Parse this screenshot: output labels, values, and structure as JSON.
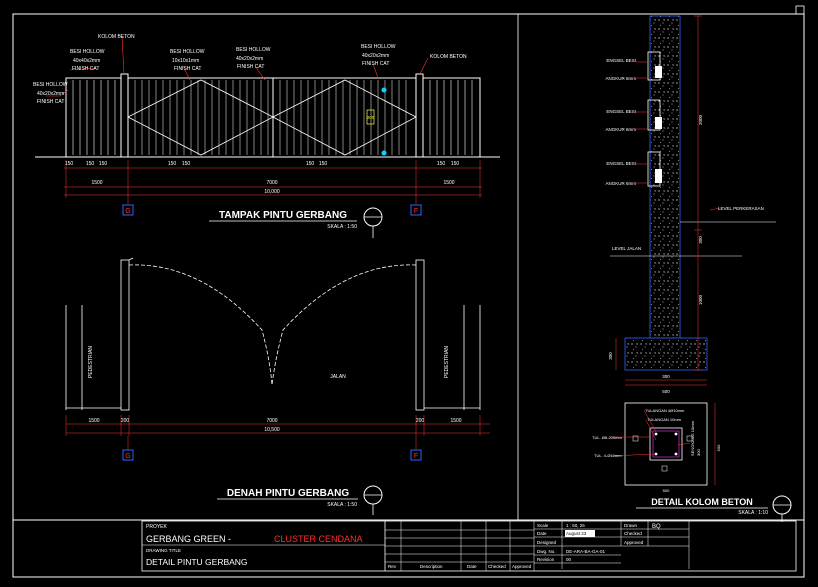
{
  "elevation": {
    "title": "TAMPAK PINTU GERBANG",
    "scale": "SKALA : 1:50",
    "labels": {
      "kolom_beton_left": "KOLOM BETON",
      "kolom_beton_right": "KOLOM BETON",
      "besi_hollow_1": [
        "BESI HOLLOW",
        "40x40x2mm",
        "FINISH CAT"
      ],
      "besi_hollow_2": [
        "BESI HOLLOW",
        "40x20x2mm",
        "FINISH CAT"
      ],
      "besi_hollow_3": [
        "BESI HOLLOW",
        "10x10x1mm",
        "FINISH CAT"
      ],
      "besi_hollow_4": [
        "BESI HOLLOW",
        "40x20x2mm",
        "FINISH CAT"
      ],
      "besi_hollow_5": [
        "BESI HOLLOW",
        "40x20x2mm",
        "FINISH CAT"
      ],
      "bar_tag": "200"
    },
    "dims_small": [
      "150",
      "150",
      "150",
      "150",
      "150",
      "150",
      "150",
      "150",
      "150"
    ],
    "dims_mid": [
      "1500",
      "7000",
      "1500"
    ],
    "dim_total": "10,000",
    "grid_left": "G",
    "grid_right": "F"
  },
  "plan": {
    "title": "DENAH PINTU GERBANG",
    "scale": "SKALA : 1:50",
    "jalan": "JALAN",
    "pedestrian_left": "PEDESTRIAN",
    "pedestrian_right": "PEDESTRIAN",
    "dims": [
      "1500",
      "200",
      "7000",
      "200",
      "1500"
    ],
    "dim_total": "10,500",
    "grid_left": "G",
    "grid_right": "F"
  },
  "column": {
    "title": "DETAIL KOLOM BETON",
    "scale": "SKALA : 1:10",
    "engsel": [
      "ENGSEL BESI",
      "ENGSEL BESI",
      "ENGSEL BESI"
    ],
    "angkur": [
      "ANGKUR 6mm",
      "ANGKUR 6mm",
      "ANGKUR 6mm"
    ],
    "level_perkerasan": "LEVEL PERKERASAN",
    "level_jalan": "LEVEL JALAN",
    "height_dims": [
      "2000",
      "300",
      "1000"
    ],
    "base_dims": [
      "300",
      "500"
    ],
    "foot_dim": "300",
    "section_labels": [
      "TULANGAN 4Ø10mm",
      "TULANGAN 10mm",
      "SENGKANG 10mm",
      "TUL. Ø8-200mm",
      "TUL. 4-Ø10mm"
    ],
    "section_dims": [
      "300",
      "500",
      "500"
    ]
  },
  "titleblock": {
    "project_label": "PROYEK",
    "project_name": "GERBANG GREEN -",
    "project_sub": "CLUSTER CENDANA",
    "drawing_title_label": "DRAWING TITLE",
    "drawing_title": "DETAIL PINTU GERBANG",
    "scale_label": "Scale",
    "scale_val": "1 : 50, 25",
    "date_label": "Date",
    "date_val": "August 23",
    "designed_label": "Designed",
    "dwg_label": "Dwg. No.",
    "dwg_val": "DE-ARA-BA-GA-01",
    "revision_label": "Revision",
    "revision_val": "00",
    "drawn_label": "Drawn",
    "drawn_val": "BQ",
    "checked_label": "Checked",
    "approved_label": "Approved",
    "rev_cols": [
      "Rev",
      "Description",
      "Date",
      "Checked",
      "Approved"
    ]
  },
  "colors": {
    "background": "#000000",
    "line": "#ffffff",
    "cyan": "#00d8ff",
    "red": "#ff3030",
    "magenta": "#ff30ff",
    "blue": "#3060ff",
    "yellow": "#ffff40"
  }
}
